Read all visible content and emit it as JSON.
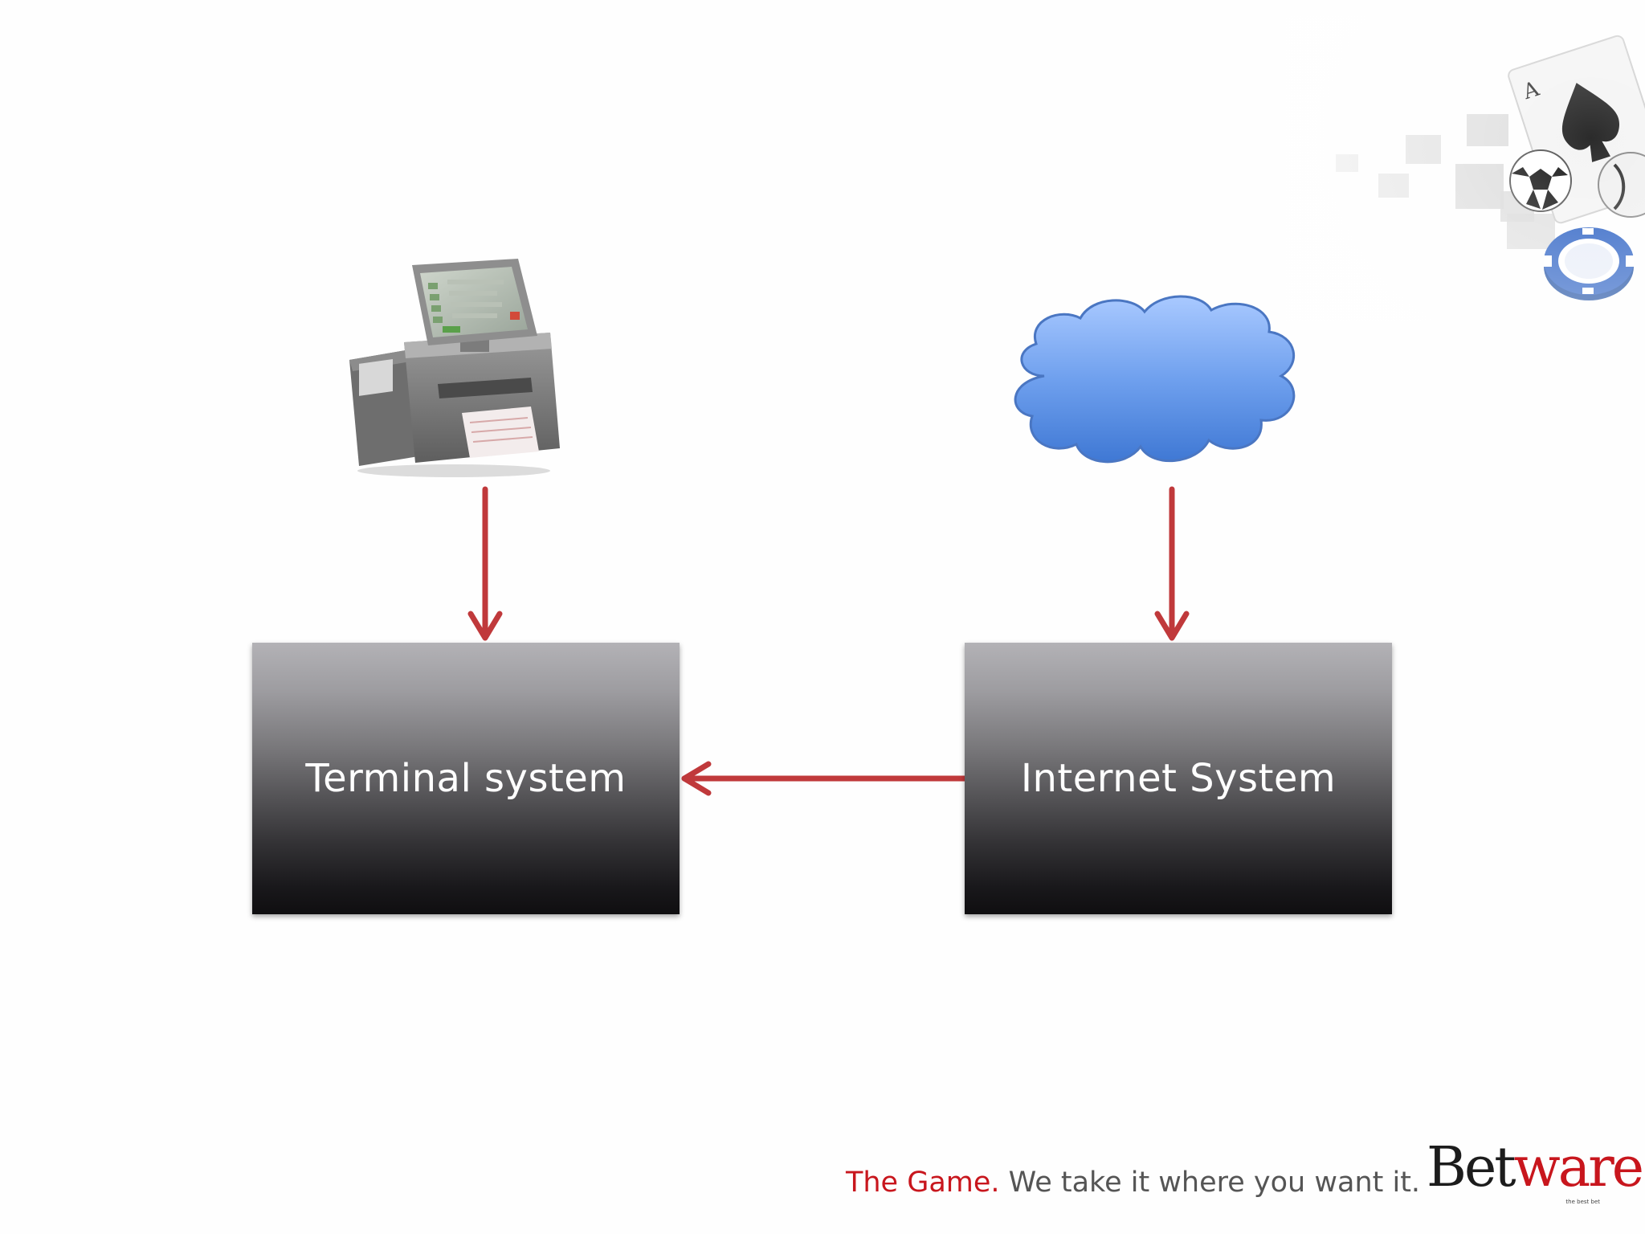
{
  "diagram": {
    "nodes": [
      {
        "id": "terminal",
        "label": "Terminal system"
      },
      {
        "id": "internet",
        "label": "Internet System"
      }
    ],
    "edges": [
      {
        "from": "terminal-device",
        "to": "terminal"
      },
      {
        "from": "internet-cloud",
        "to": "internet"
      },
      {
        "from": "internet",
        "to": "terminal"
      }
    ],
    "arrow_color": "#c0393b",
    "box_gradient": [
      "#b3b2b6",
      "#0f0e10"
    ],
    "cloud_color": "#5b8fe0"
  },
  "footer": {
    "tagline_accent": "The Game.",
    "tagline_rest": " We take it where you want it.",
    "logo_main": "Bet",
    "logo_accent": "ware",
    "logo_sub": "the best bet",
    "accent_color": "#c8161d"
  }
}
